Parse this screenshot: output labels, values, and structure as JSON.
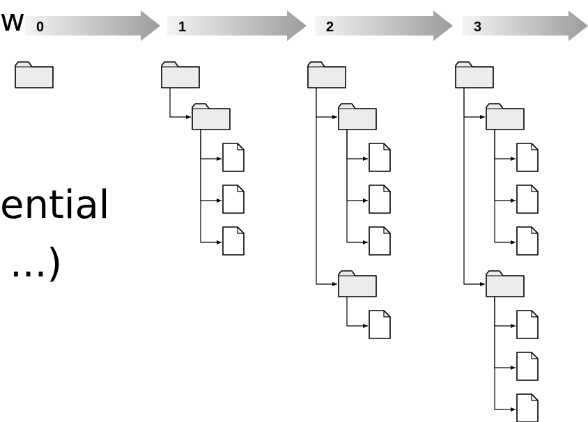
{
  "slide": {
    "fragment_top": "w",
    "fragment_mid": "ential",
    "fragment_bottom": "...)"
  },
  "revisions": [
    {
      "label": "0",
      "tree": [
        {
          "type": "folder",
          "children": []
        }
      ]
    },
    {
      "label": "1",
      "tree": [
        {
          "type": "folder",
          "children": [
            {
              "type": "folder",
              "children": [
                {
                  "type": "file"
                },
                {
                  "type": "file"
                },
                {
                  "type": "file"
                }
              ]
            }
          ]
        }
      ]
    },
    {
      "label": "2",
      "tree": [
        {
          "type": "folder",
          "children": [
            {
              "type": "folder",
              "children": [
                {
                  "type": "file"
                },
                {
                  "type": "file"
                },
                {
                  "type": "file"
                }
              ]
            },
            {
              "type": "folder",
              "children": [
                {
                  "type": "file"
                }
              ]
            }
          ]
        }
      ]
    },
    {
      "label": "3",
      "tree": [
        {
          "type": "folder",
          "children": [
            {
              "type": "folder",
              "children": [
                {
                  "type": "file"
                },
                {
                  "type": "file"
                },
                {
                  "type": "file"
                }
              ]
            },
            {
              "type": "folder",
              "children": [
                {
                  "type": "file"
                },
                {
                  "type": "file"
                },
                {
                  "type": "file"
                }
              ]
            }
          ]
        }
      ]
    }
  ],
  "colors": {
    "arrow_dark": "#9c9c9c",
    "arrow_light": "#f4f4f4",
    "folder_fill": "#ececec",
    "file_fill": "#ffffff",
    "stroke": "#000000",
    "label": "#000000"
  }
}
